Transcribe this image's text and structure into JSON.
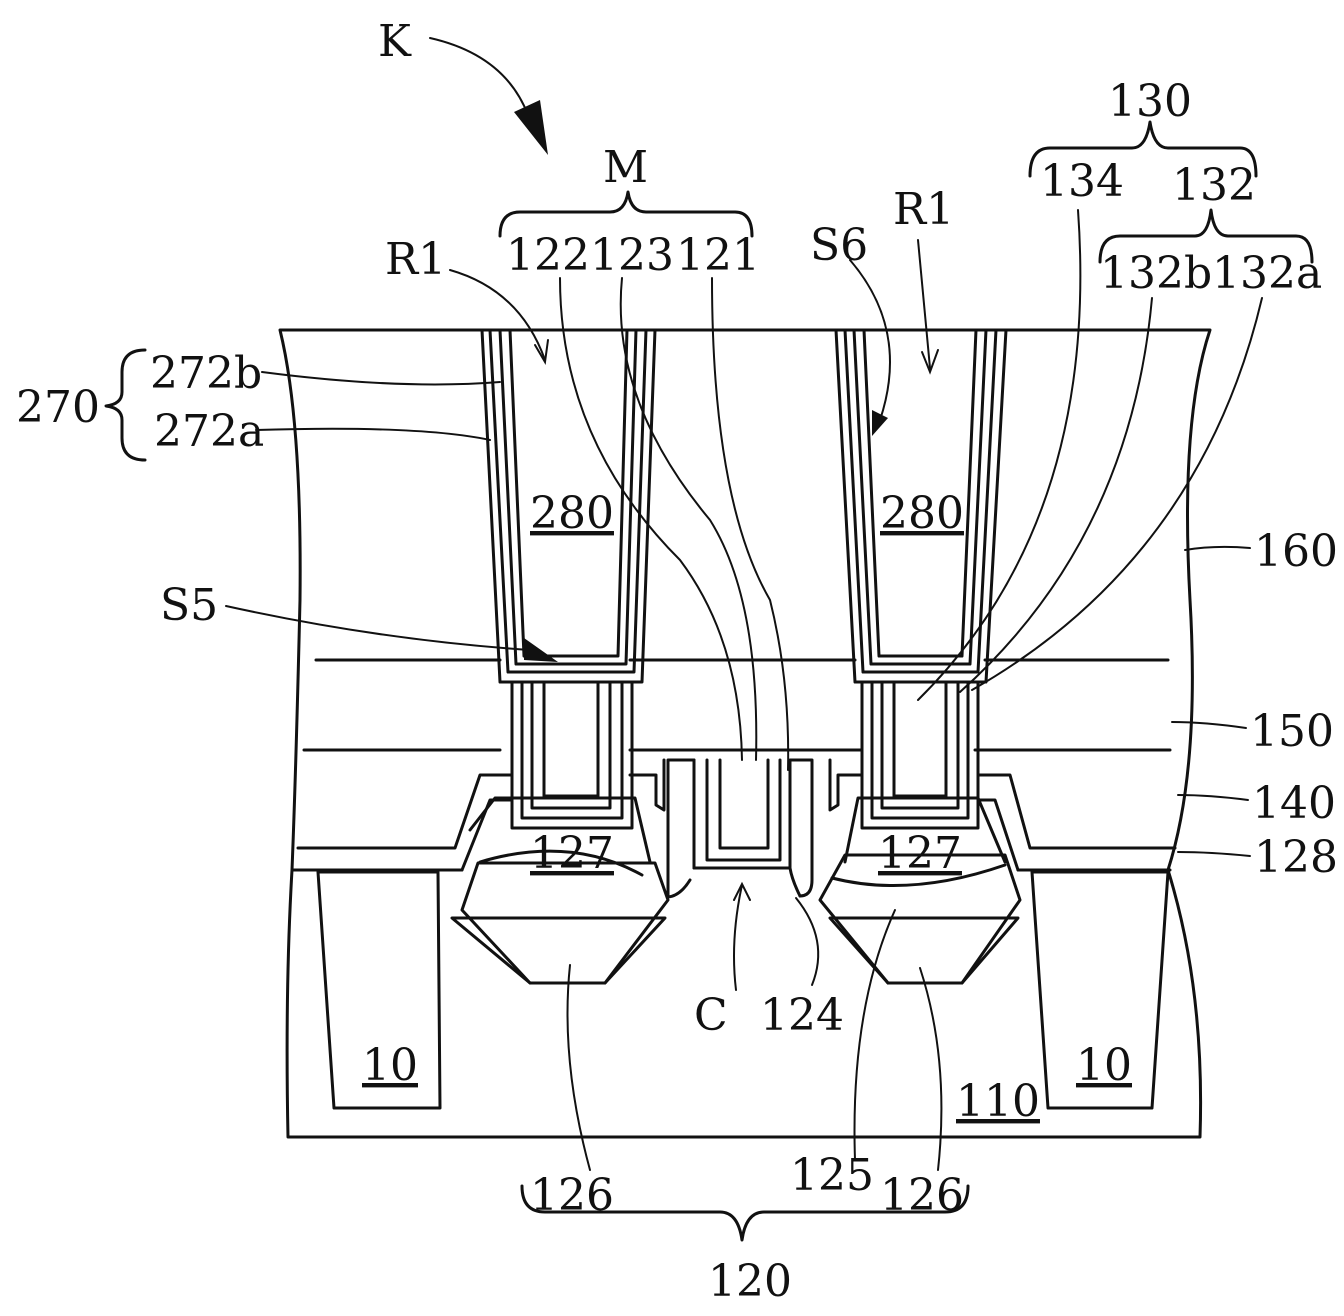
{
  "labels": {
    "K": "K",
    "M": "M",
    "R1_left": "R1",
    "R1_right": "R1",
    "S6": "S6",
    "S5": "S5",
    "C": "C",
    "n130": "130",
    "n132": "132",
    "n134": "134",
    "n132b": "132b",
    "n132a": "132a",
    "n122": "122",
    "n123": "123",
    "n121": "121",
    "n270": "270",
    "n272b": "272b",
    "n272a": "272a",
    "n280_left": "280",
    "n280_right": "280",
    "n160": "160",
    "n150": "150",
    "n140": "140",
    "n128": "128",
    "n127_left": "127",
    "n127_right": "127",
    "n124": "124",
    "n10_left": "10",
    "n10_right": "10",
    "n110": "110",
    "n126_left": "126",
    "n125": "125",
    "n126_right": "126",
    "n120": "120"
  }
}
